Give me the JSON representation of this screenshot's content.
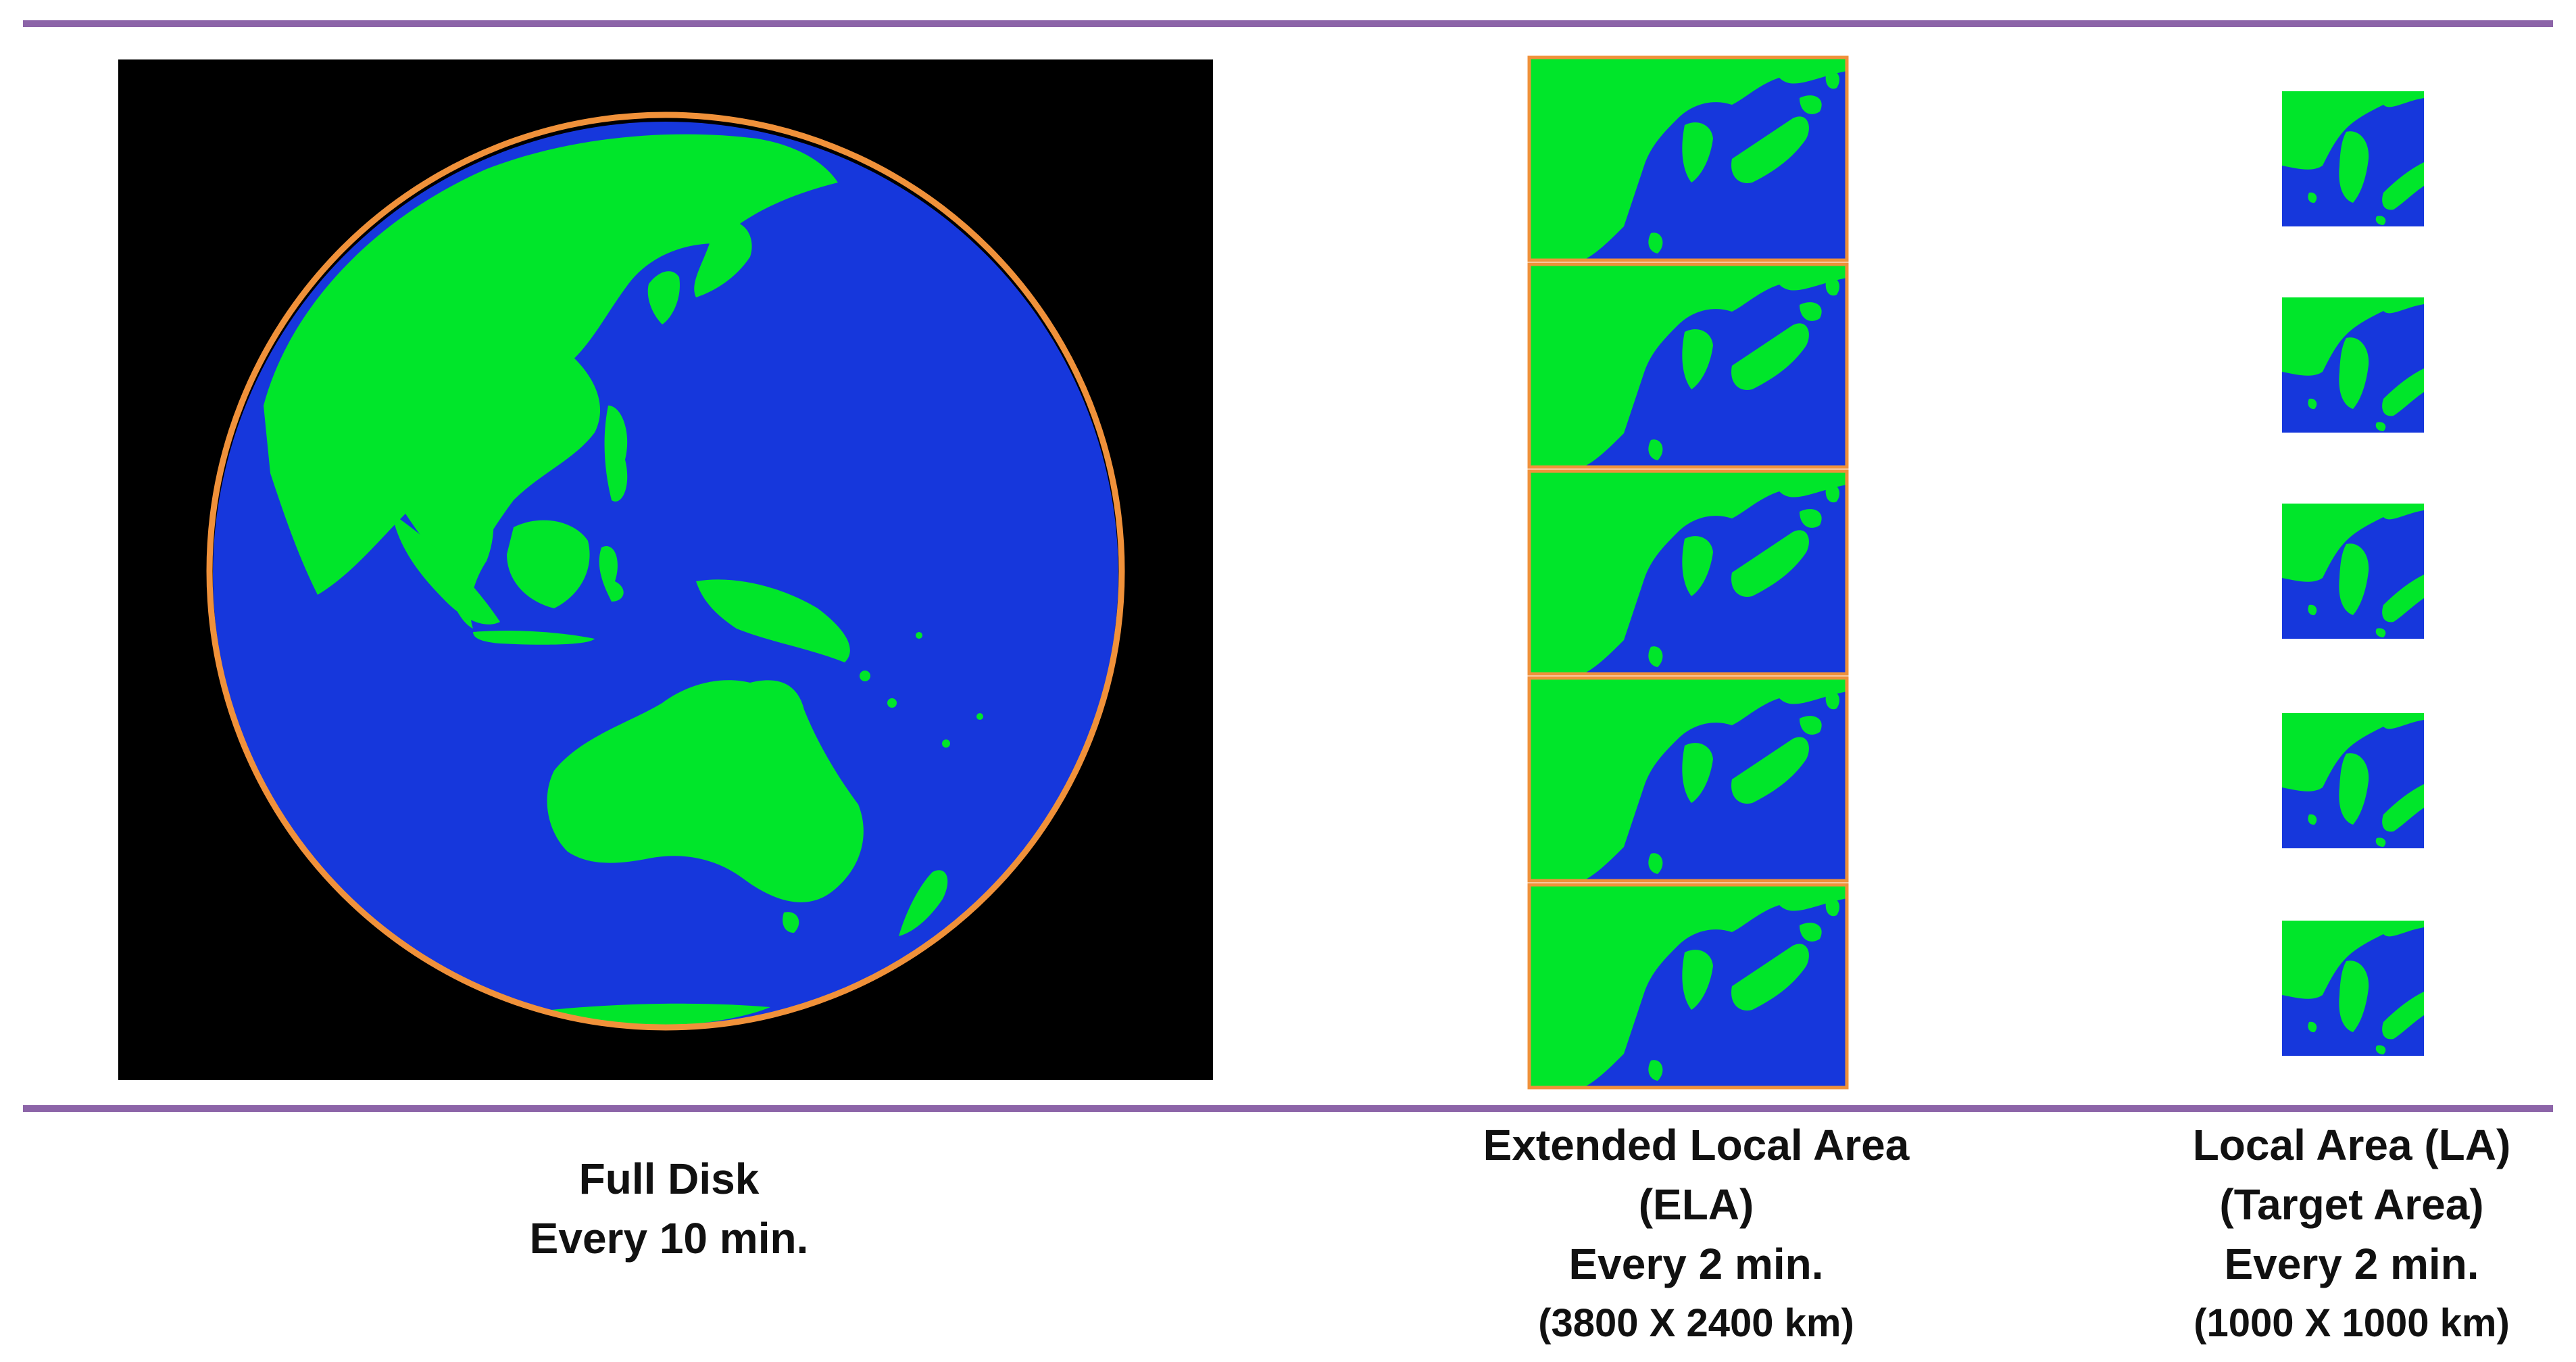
{
  "colors": {
    "land": "#00e62a",
    "ocean": "#1637dc",
    "space": "#000000",
    "scan_outline": "#f0913a",
    "divider": "#8c64a8"
  },
  "full_disk": {
    "line1": "Full Disk",
    "line2": "Every 10 min."
  },
  "ela": {
    "line1": "Extended Local Area",
    "line2": "(ELA)",
    "line3": "Every 2 min.",
    "line4": "(3800 X 2400 km)",
    "frame_count": 5
  },
  "la": {
    "line1": "Local Area (LA)",
    "line2": "(Target Area)",
    "line3": "Every 2 min.",
    "line4": "(1000 X 1000 km)",
    "frame_count": 5
  }
}
